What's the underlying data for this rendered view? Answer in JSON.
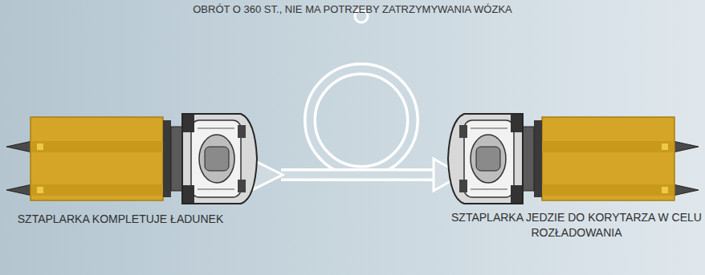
{
  "diagram": {
    "title": "OBRÓT O 360 ST., NIE MA POTRZEBY ZATRZYMYWANIA WÓZKA",
    "labels": [
      "SZTAPLARKA KOMPLETUJE ŁADUNEK",
      "SZTAPLARKA JEDZIE DO KORYTARZA W CELU ROZŁADOWANIA"
    ]
  }
}
